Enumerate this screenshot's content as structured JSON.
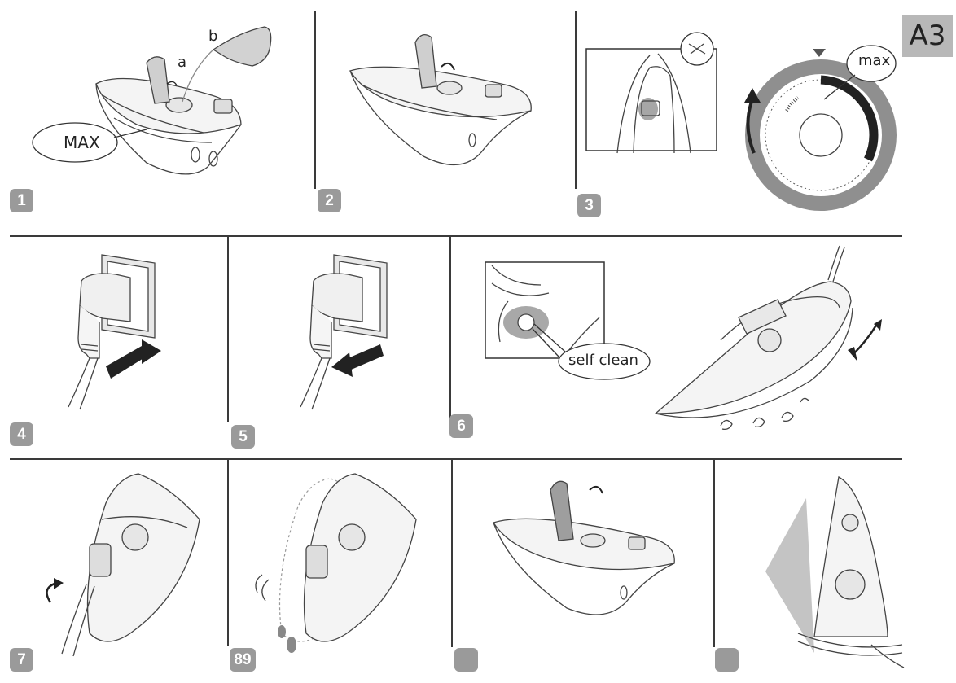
{
  "page_tag": "A3",
  "steps": [
    {
      "badge": "1",
      "callouts": {
        "max_label": "MAX",
        "a": "a",
        "b": "b"
      }
    },
    {
      "badge": "2"
    },
    {
      "badge": "3",
      "callouts": {
        "dial_label": "max"
      }
    },
    {
      "badge": "4"
    },
    {
      "badge": "5"
    },
    {
      "badge": "6",
      "callouts": {
        "button_label": "self clean"
      }
    },
    {
      "badge": "7"
    },
    {
      "badge": "89"
    },
    {
      "badge": ""
    },
    {
      "badge": ""
    }
  ],
  "icons": [
    "iron-fill-icon",
    "arrow-icon",
    "no-steam-icon",
    "temperature-dial-icon",
    "power-plug-icon",
    "wall-socket-icon",
    "self-clean-button-icon",
    "hand-wave-icon",
    "iron-heel-rest-icon"
  ],
  "colors": {
    "badge": "#9a9a9a",
    "page_tag": "#b8b8b8",
    "line": "#3a3a3a",
    "highlight": "#9e9e9e"
  }
}
